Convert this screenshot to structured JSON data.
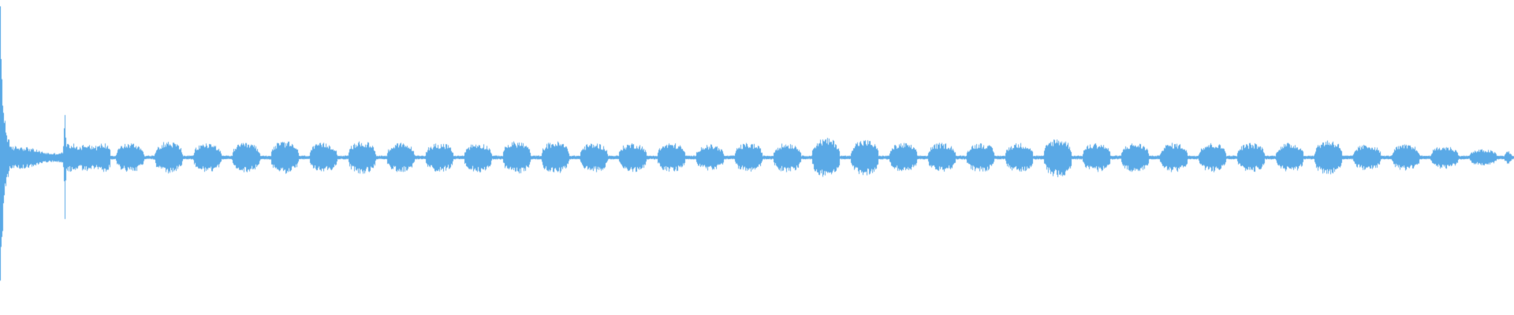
{
  "waveform": {
    "color": "#5aa9e6",
    "background": "#ffffff",
    "baseline_level": 0.012,
    "intro": {
      "spike_level": 0.85,
      "body_level": 0.09,
      "secondary_spike_level": 0.42
    },
    "pulse_count": 36,
    "pulse_levels": [
      0.09,
      0.1,
      0.09,
      0.09,
      0.1,
      0.09,
      0.1,
      0.09,
      0.09,
      0.09,
      0.1,
      0.1,
      0.09,
      0.09,
      0.09,
      0.08,
      0.09,
      0.09,
      0.12,
      0.11,
      0.09,
      0.09,
      0.09,
      0.09,
      0.12,
      0.09,
      0.09,
      0.09,
      0.09,
      0.09,
      0.09,
      0.11,
      0.08,
      0.08,
      0.07,
      0.05
    ],
    "tail_level": 0.04
  }
}
